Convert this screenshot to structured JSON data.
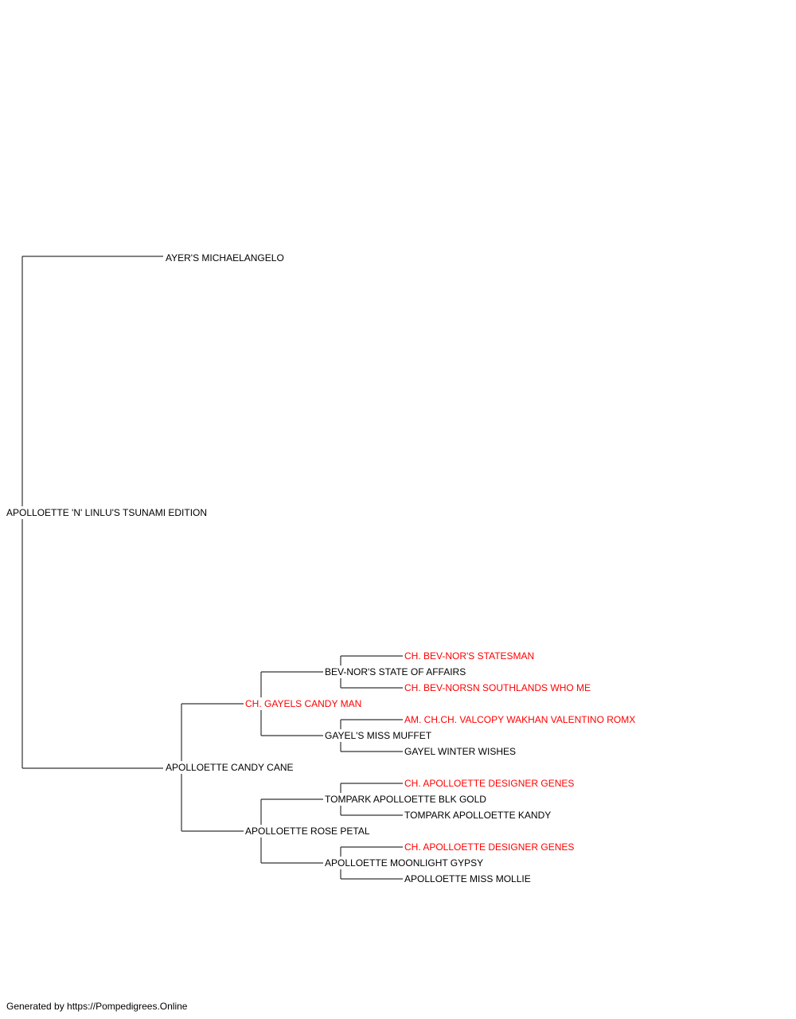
{
  "colors": {
    "titled": "#ff0000",
    "default": "#000000",
    "line": "#333333"
  },
  "subject": {
    "name": "APOLLOETTE 'N' LINLU'S TSUNAMI EDITION",
    "titled": false
  },
  "sire": {
    "name": "AYER'S MICHAELANGELO",
    "titled": false
  },
  "dam": {
    "name": "APOLLOETTE CANDY CANE",
    "titled": false,
    "sire": {
      "name": "CH. GAYELS CANDY MAN",
      "titled": true,
      "sire": {
        "name": "BEV-NOR'S STATE OF AFFAIRS",
        "titled": false,
        "sire": {
          "name": "CH. BEV-NOR'S STATESMAN",
          "titled": true,
          "sire": {
            "name": "AM. CH. BEV-NOR'S TOASTED FUDGE ROMS",
            "titled": true
          },
          "dam": {
            "name": "BEV-NOR'S TESS",
            "titled": false
          }
        },
        "dam": {
          "name": "CH. BEV-NORSN SOUTHLANDS WHO ME",
          "titled": true,
          "sire": {
            "name": "AM. CH. SOUTHLAND'S TOASTED FUDGE ROMS",
            "titled": true
          },
          "dam": {
            "name": "LA CHERIES CINNAMON IMPERIAL",
            "titled": false
          }
        }
      },
      "dam": {
        "name": "GAYEL'S MISS MUFFET",
        "titled": false,
        "sire": {
          "name": "AM. CH.CH. VALCOPY WAKHAN VALENTINO ROMX",
          "titled": true,
          "sire": {
            "name": "BIS BISS CH. FINCH'S HE WALKS ON WATER ROMS",
            "titled": true
          },
          "dam": {
            "name": "CH. VALCOPY WAKHAN LILLY DACHE",
            "titled": true
          }
        },
        "dam": {
          "name": "GAYEL WINTER WISHES",
          "titled": false,
          "sire": {
            "name": "CH. CHEYENNE'S PEPPER SKY",
            "titled": true
          },
          "dam": {
            "name": "VALCOPY WAKHAN GAYEL'S JASMINE",
            "titled": false
          }
        }
      }
    },
    "dam": {
      "name": "APOLLOETTE ROSE PETAL",
      "titled": false,
      "sire": {
        "name": "TOMPARK APOLLOETTE BLK GOLD",
        "titled": false,
        "sire": {
          "name": "CH. APOLLOETTE DESIGNER GENES",
          "titled": true,
          "sire": {
            "name": "CH. SOUTHLAND'S MR EXTRAORDINAIRE ROM",
            "titled": true
          },
          "dam": {
            "name": "APOLLOETTE SCARLET O'HARA",
            "titled": false
          }
        },
        "dam": {
          "name": "TOMPARK APOLLOETTE KANDY",
          "titled": false,
          "sire": {
            "name": "CH. APOLLOETTE COAST TO COAST",
            "titled": true
          },
          "dam": {
            "name": "APOLLOETTE LUV BY MOONLITE",
            "titled": false
          }
        }
      },
      "dam": {
        "name": "APOLLOETTE MOONLIGHT GYPSY",
        "titled": false,
        "sire": {
          "name": "CH. APOLLOETTE DESIGNER GENES",
          "titled": true,
          "sire": {
            "name": "CH. SOUTHLAND'S MR EXTRAORDINAIRE ROM",
            "titled": true
          },
          "dam": {
            "name": "APOLLOETTE SCARLET O'HARA",
            "titled": false
          }
        },
        "dam": {
          "name": "APOLLOETTE MISS MOLLIE",
          "titled": false,
          "sire": {
            "name": "AM. CH. APOLLOETTE MOONLITE GAMBLER",
            "titled": true
          },
          "dam": {
            "name": "APOLLOETTE WIND STORM",
            "titled": false
          }
        }
      }
    }
  },
  "footer": "Generated by https://Pompedigrees.Online"
}
